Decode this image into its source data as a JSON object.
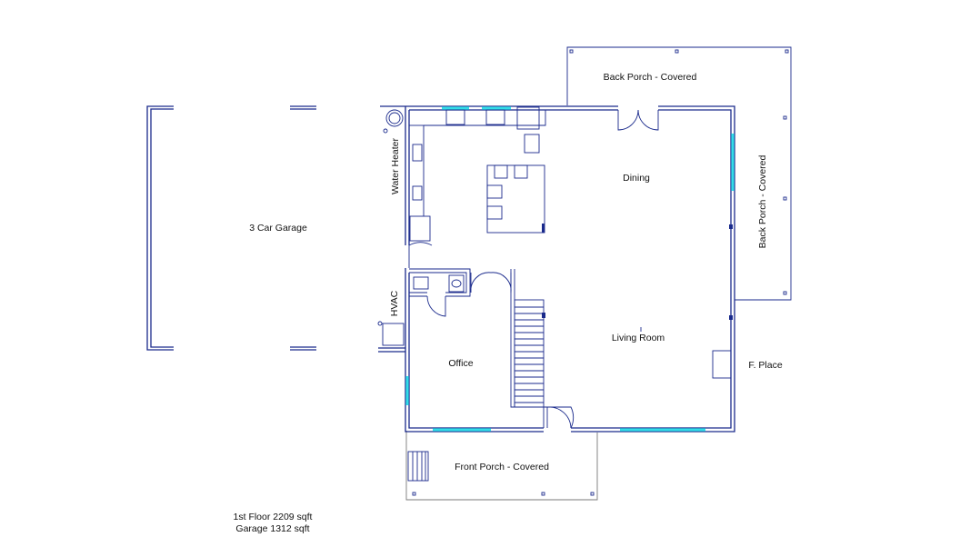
{
  "rooms": {
    "back_porch_top": "Back Porch - Covered",
    "back_porch_side": "Back Porch - Covered",
    "dining": "Dining",
    "water_heater": "Water Heater",
    "garage": "3 Car Garage",
    "hvac": "HVAC",
    "office": "Office",
    "living_room": "Living Room",
    "fireplace": "F. Place",
    "front_porch": "Front Porch - Covered"
  },
  "notes": {
    "first_floor": "1st Floor 2209 sqft",
    "garage": "Garage 1312 sqft"
  },
  "colors": {
    "walls": "#1a2a8c",
    "windows": "#33dde8"
  }
}
